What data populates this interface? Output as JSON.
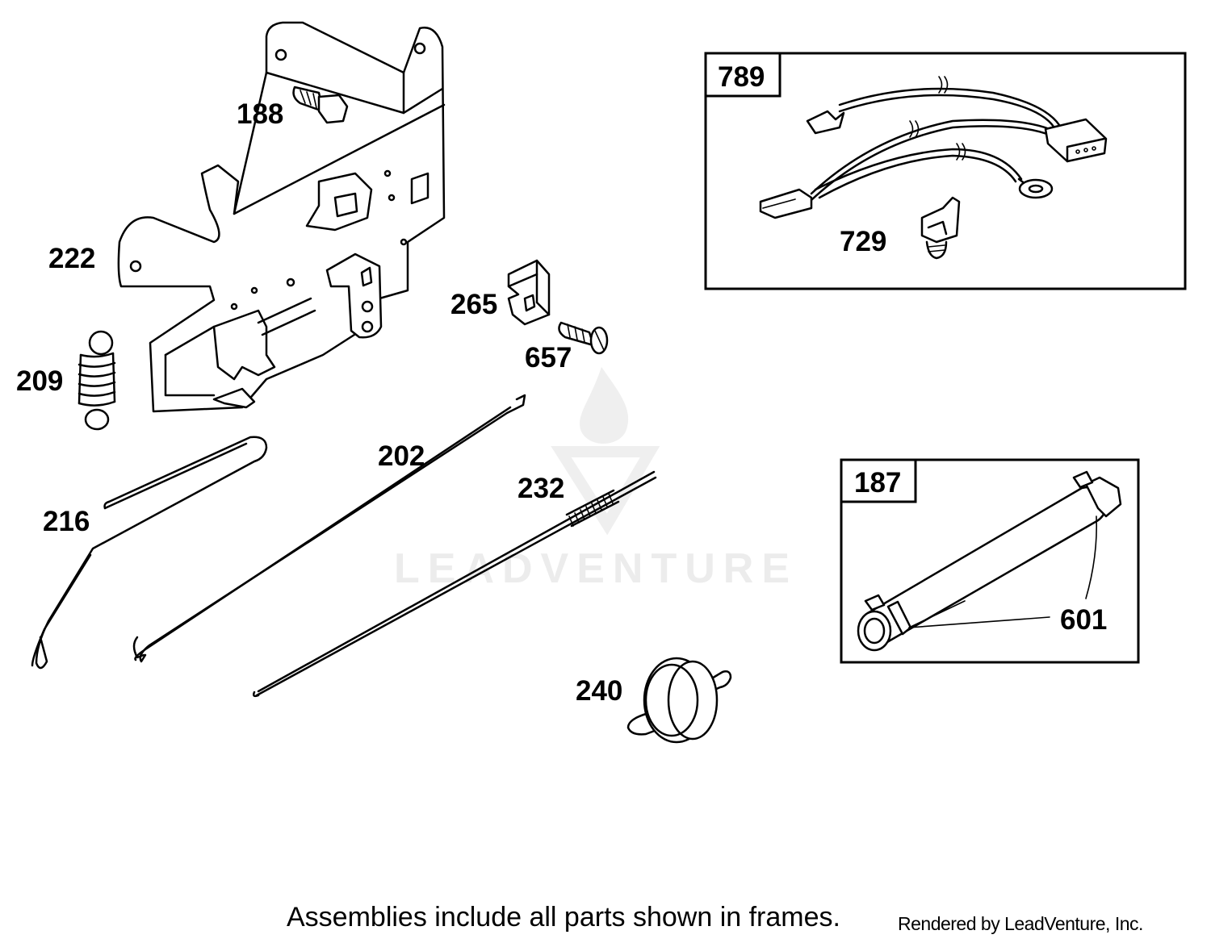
{
  "labels": {
    "l188": "188",
    "l222": "222",
    "l209": "209",
    "l216": "216",
    "l202": "202",
    "l232": "232",
    "l265": "265",
    "l657": "657",
    "l240": "240",
    "l789": "789",
    "l729": "729",
    "l187": "187",
    "l601": "601"
  },
  "footer": {
    "note": "Assemblies include all parts shown in frames.",
    "credit": "Rendered by LeadVenture, Inc."
  },
  "watermark": "LEADVENTURE",
  "colors": {
    "ink": "#000000",
    "paper": "#ffffff",
    "watermark": "#ececec"
  }
}
